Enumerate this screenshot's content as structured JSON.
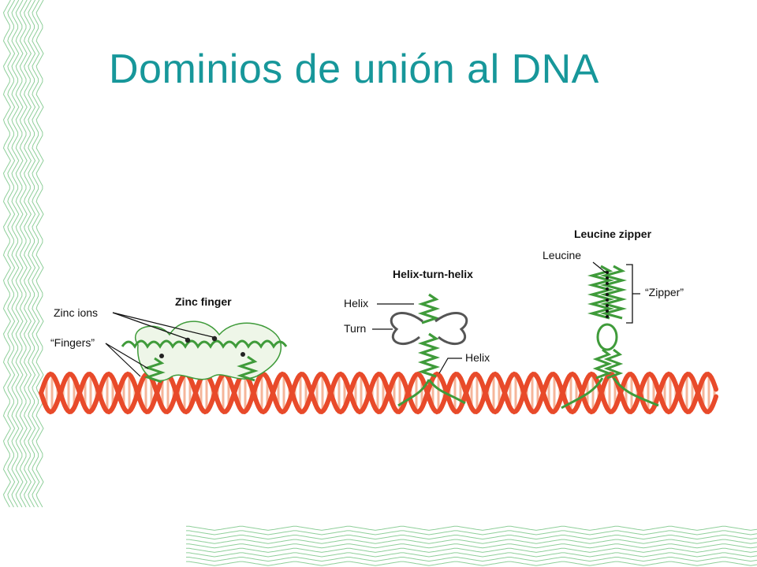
{
  "slide": {
    "title": "Dominios de unión al DNA",
    "title_color": "#17979a",
    "decoration_color": "#8fcf9a"
  },
  "diagram": {
    "dna": {
      "strand_color": "#e84a2a",
      "rung_color": "#f5b59a"
    },
    "protein_color": "#3f9b3a",
    "zinc_finger": {
      "heading": "Zinc finger",
      "labels": [
        "Zinc ions",
        "“Fingers”"
      ]
    },
    "helix_turn_helix": {
      "heading": "Helix-turn-helix",
      "labels": [
        "Helix",
        "Turn",
        "Helix"
      ]
    },
    "leucine_zipper": {
      "heading": "Leucine zipper",
      "labels": [
        "Leucine",
        "“Zipper”"
      ]
    }
  }
}
